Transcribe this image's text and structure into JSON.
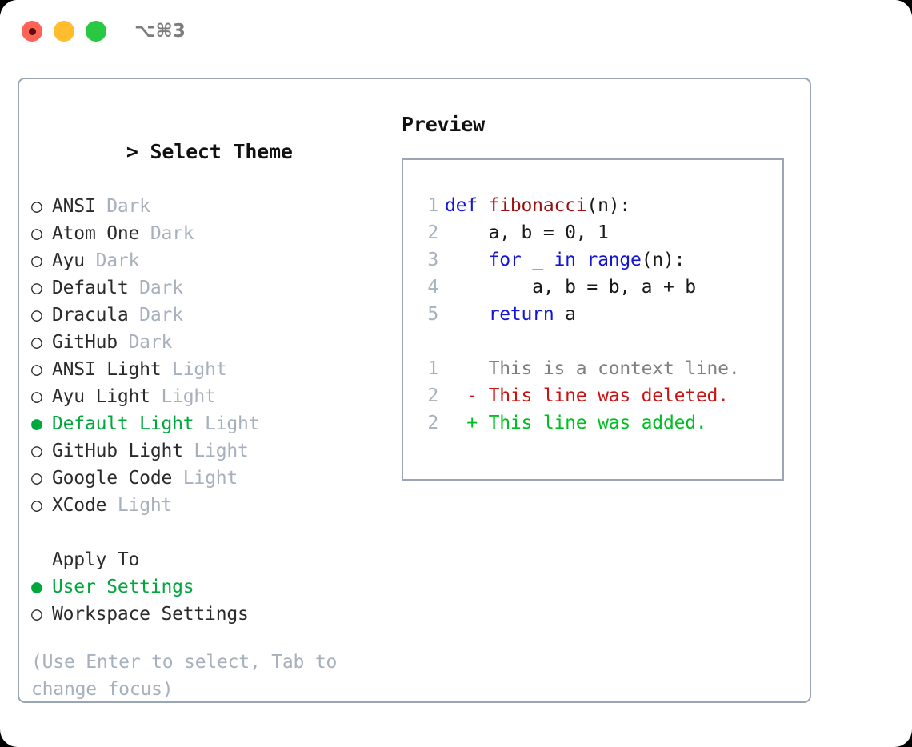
{
  "titlebar": {
    "shortcut": "⌥⌘3",
    "lights": [
      "close-red",
      "minimize-yellow",
      "maximize-green"
    ]
  },
  "left": {
    "header": {
      "marker": "> ",
      "text": "Select Theme"
    },
    "themes": [
      {
        "marker": "○ ",
        "name": "ANSI",
        "variant": "Dark",
        "selected": false
      },
      {
        "marker": "○ ",
        "name": "Atom One",
        "variant": "Dark",
        "selected": false
      },
      {
        "marker": "○ ",
        "name": "Ayu",
        "variant": "Dark",
        "selected": false
      },
      {
        "marker": "○ ",
        "name": "Default",
        "variant": "Dark",
        "selected": false
      },
      {
        "marker": "○ ",
        "name": "Dracula",
        "variant": "Dark",
        "selected": false
      },
      {
        "marker": "○ ",
        "name": "GitHub",
        "variant": "Dark",
        "selected": false
      },
      {
        "marker": "○ ",
        "name": "ANSI Light",
        "variant": "Light",
        "selected": false
      },
      {
        "marker": "○ ",
        "name": "Ayu Light",
        "variant": "Light",
        "selected": false
      },
      {
        "marker": "● ",
        "name": "Default Light",
        "variant": "Light",
        "selected": true
      },
      {
        "marker": "○ ",
        "name": "GitHub Light",
        "variant": "Light",
        "selected": false
      },
      {
        "marker": "○ ",
        "name": "Google Code",
        "variant": "Light",
        "selected": false
      },
      {
        "marker": "○ ",
        "name": "XCode",
        "variant": "Light",
        "selected": false
      }
    ],
    "apply_to": {
      "title": "Apply To",
      "options": [
        {
          "marker": "● ",
          "name": "User Settings",
          "selected": true
        },
        {
          "marker": "○ ",
          "name": "Workspace Settings",
          "selected": false
        }
      ]
    },
    "help_text": "(Use Enter to select, Tab to change focus)"
  },
  "right": {
    "title": "Preview",
    "code_lines": [
      {
        "no": "1",
        "spans": [
          {
            "t": "def ",
            "c": "kw"
          },
          {
            "t": "fibonacci",
            "c": "fn"
          },
          {
            "t": "(n):",
            "c": "plain"
          }
        ]
      },
      {
        "no": "2",
        "spans": [
          {
            "t": "    a, b = 0, 1",
            "c": "plain"
          }
        ]
      },
      {
        "no": "3",
        "spans": [
          {
            "t": "    ",
            "c": "plain"
          },
          {
            "t": "for",
            "c": "kw"
          },
          {
            "t": " _ ",
            "c": "plain"
          },
          {
            "t": "in",
            "c": "kw"
          },
          {
            "t": " ",
            "c": "plain"
          },
          {
            "t": "range",
            "c": "kw"
          },
          {
            "t": "(n):",
            "c": "plain"
          }
        ]
      },
      {
        "no": "4",
        "spans": [
          {
            "t": "        a, b = b, a + b",
            "c": "plain"
          }
        ]
      },
      {
        "no": "5",
        "spans": [
          {
            "t": "    ",
            "c": "plain"
          },
          {
            "t": "return",
            "c": "kw"
          },
          {
            "t": " a",
            "c": "plain"
          }
        ]
      }
    ],
    "diff_lines": [
      {
        "no": "1",
        "sign": "  ",
        "text": "This is a context line.",
        "kind": "ctx"
      },
      {
        "no": "2",
        "sign": "- ",
        "text": "This line was deleted.",
        "kind": "del"
      },
      {
        "no": "2",
        "sign": "+ ",
        "text": "This line was added.",
        "kind": "add"
      }
    ]
  },
  "colors": {
    "accent_green": "#00A83C",
    "diff_add": "#00bf22",
    "diff_del": "#cc1111",
    "keyword_blue": "#1414d6",
    "function_red": "#991111",
    "muted_gray": "#a7b0bd",
    "border": "#9aa5b5"
  }
}
